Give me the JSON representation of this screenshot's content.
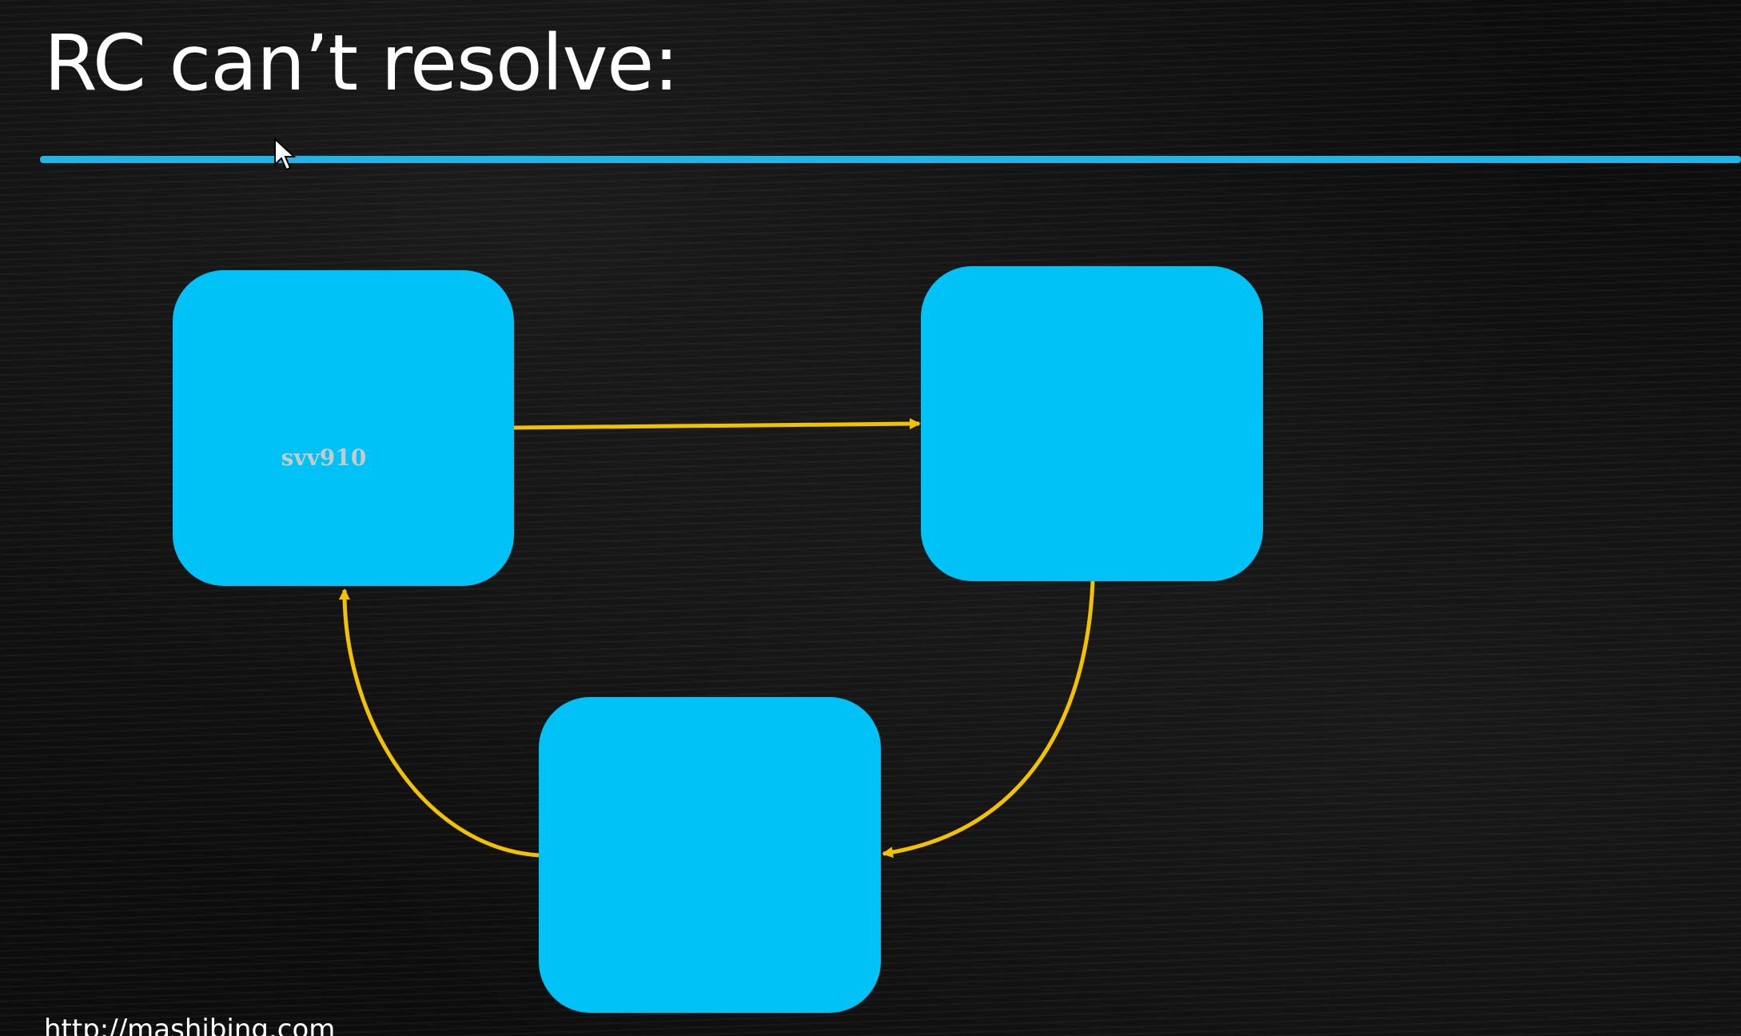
{
  "slide": {
    "title": "RC can’t resolve:",
    "footer_url": "http://mashibing.com"
  },
  "diagram": {
    "nodes": [
      {
        "id": "node-top-left",
        "label": "svv910"
      },
      {
        "id": "node-top-right",
        "label": ""
      },
      {
        "id": "node-bottom",
        "label": ""
      }
    ],
    "edges": [
      {
        "from": "node-top-left",
        "to": "node-top-right"
      },
      {
        "from": "node-top-right",
        "to": "node-bottom"
      },
      {
        "from": "node-bottom",
        "to": "node-top-left"
      }
    ]
  },
  "colors": {
    "node_fill": "#00c2f6",
    "edge_stroke": "#f2c200",
    "divider": "#1fb5e9",
    "title_text": "#ffffff"
  }
}
